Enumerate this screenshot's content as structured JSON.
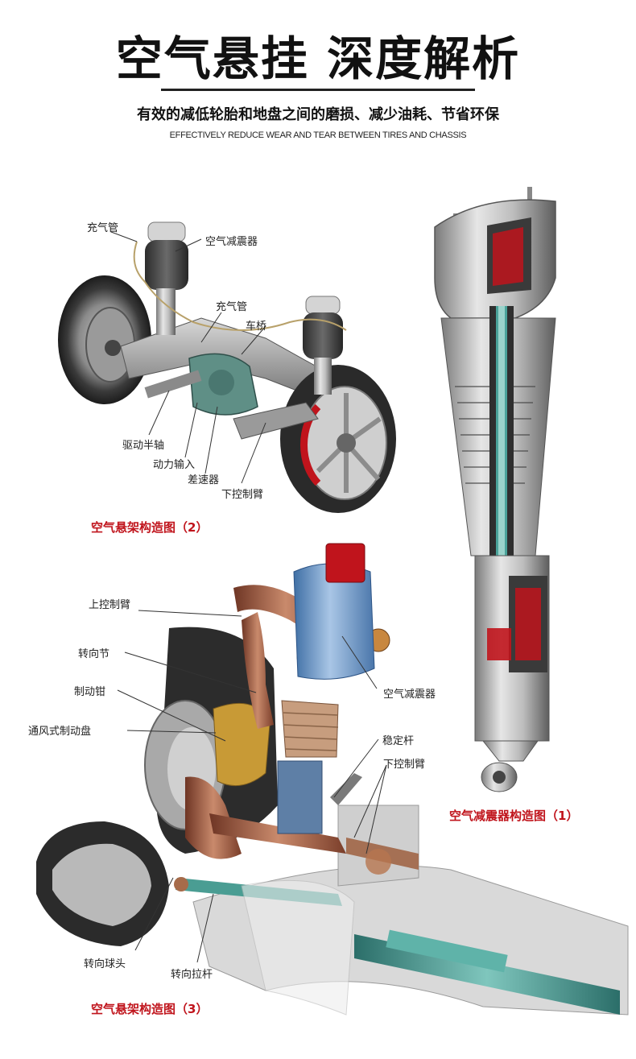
{
  "header": {
    "title": "空气悬挂  深度解析",
    "subtitle_cn": "有效的减低轮胎和地盘之间的磨损、减少油耗、节省环保",
    "subtitle_en": "EFFECTIVELY REDUCE WEAR AND TEAR BETWEEN TIRES AND CHASSIS"
  },
  "diagram2": {
    "caption": "空气悬架构造图（2）",
    "labels": {
      "inflation_pipe_1": "充气管",
      "air_shock_1": "空气减震器",
      "inflation_pipe_2": "充气管",
      "axle": "车桥",
      "drive_half_shaft": "驱动半轴",
      "power_input": "动力输入",
      "differential": "差速器",
      "lower_control_arm": "下控制臂"
    }
  },
  "diagram1": {
    "caption": "空气减震器构造图（1）"
  },
  "diagram3": {
    "caption": "空气悬架构造图（3）",
    "labels": {
      "upper_control_arm": "上控制臂",
      "steering_knuckle": "转向节",
      "brake_caliper": "制动钳",
      "vented_brake_disc": "通风式制动盘",
      "air_shock": "空气减震器",
      "stabilizer_bar": "稳定杆",
      "lower_control_arm": "下控制臂",
      "steering_ball_joint": "转向球头",
      "tie_rod": "转向拉杆"
    }
  },
  "colors": {
    "accent_red": "#c0141c",
    "shock_blue": "#7fa6d0",
    "copper": "#a5654a",
    "teal": "#3f9a92"
  }
}
